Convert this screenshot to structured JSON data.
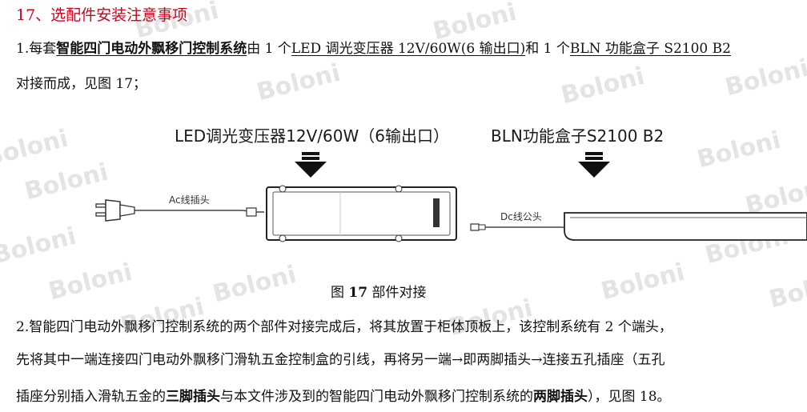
{
  "watermark": "Boloni",
  "heading": "17、选配件安装注意事项",
  "para1": {
    "num": "1.每套",
    "system_name": "智能四门电动外飘移门控制系统",
    "mid1": "由 1 个",
    "transformer": "LED 调光变压器 12V/60W(6 输出口)",
    "mid2": "和 1 个",
    "box": "BLN 功能盒子 S2100 B2",
    "line2": "对接而成，见图 17；"
  },
  "figure": {
    "transformer_title": "LED调光变压器12V/60W（6输出口）",
    "box_title": "BLN功能盒子S2100 B2",
    "ac_label": "Ac线插头",
    "dc_label": "Dc线公头",
    "caption_prefix": "图",
    "caption_num": "17",
    "caption_text": "部件对接"
  },
  "para2": {
    "line1": "2.智能四门电动外飘移门控制系统的两个部件对接完成后，将其放置于柜体顶板上，该控制系统有 2 个端头，",
    "line2": "先将其中一端连接四门电动外飘移门滑轨五金控制盒的引线，再将另一端→即两脚插头→连接五孔插座（五孔",
    "line3_a": "插座分别插入滑轨五金的",
    "line3_b": "三脚插头",
    "line3_c": "与本文件涉及到的智能四门电动外飘移门控制系统的",
    "line3_d": "两脚插头",
    "line3_e": "），见图 18。"
  }
}
